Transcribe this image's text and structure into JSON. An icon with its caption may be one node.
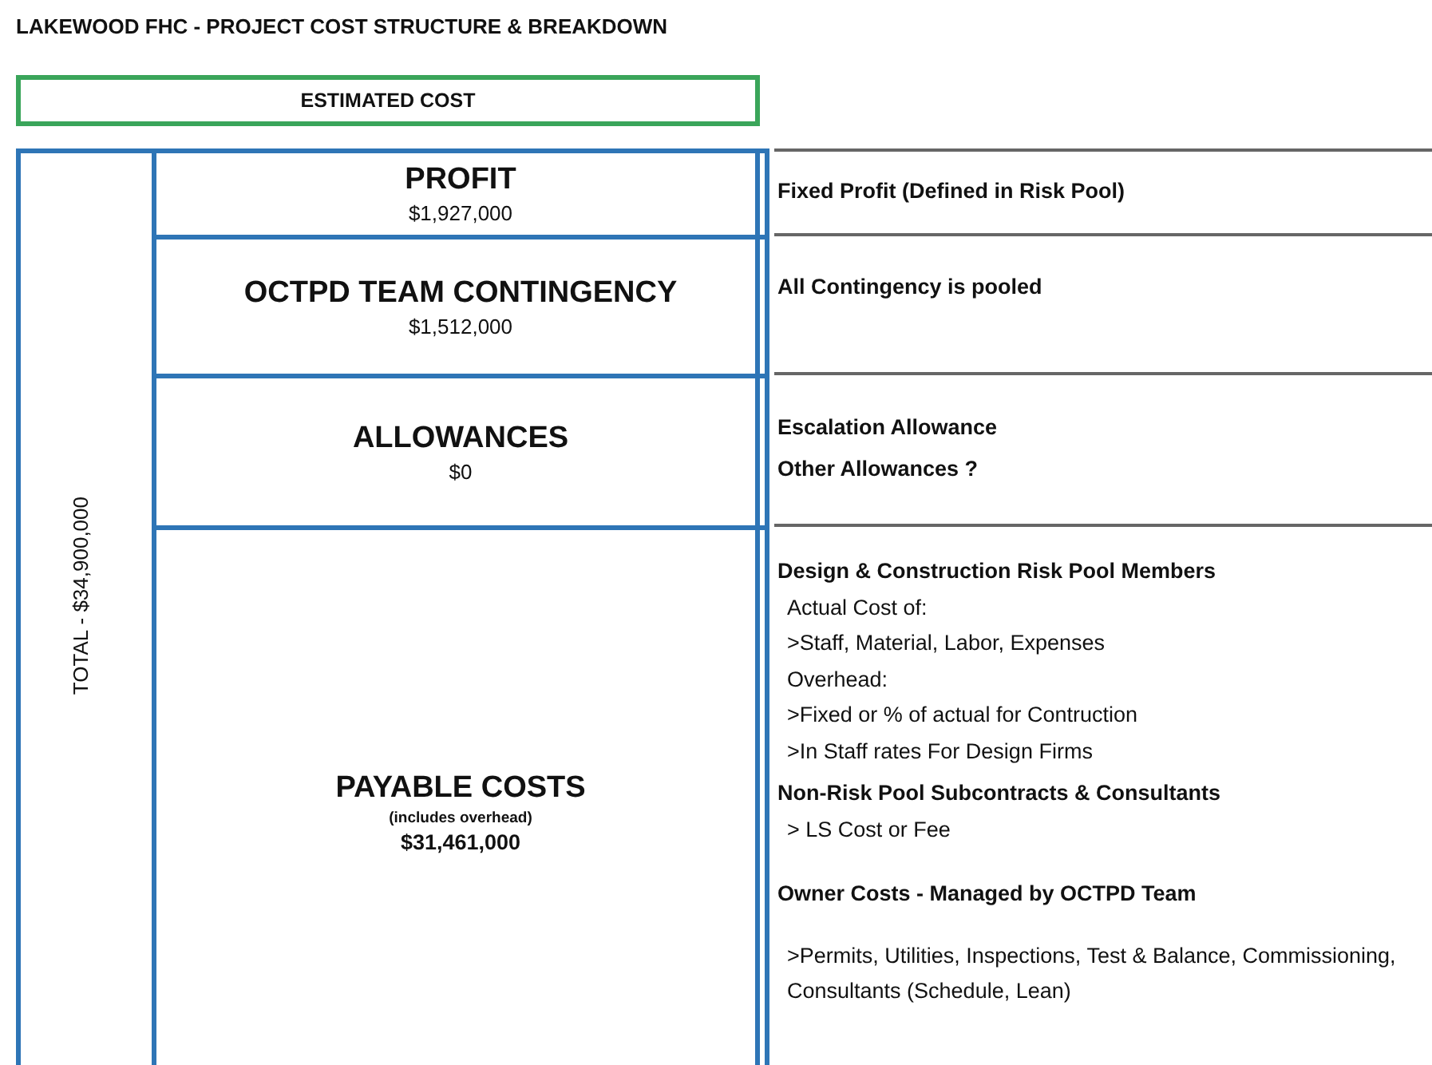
{
  "diagram": {
    "title": "LAKEWOOD FHC - PROJECT  COST STRUCTURE & BREAKDOWN",
    "nodes": [
      {
        "text": [
          "ESTIMATED COST"
        ]
      },
      {
        "text": [
          "TOTAL - $34,900,000"
        ]
      },
      {
        "text": [
          "PROFIT",
          "$1,927,000"
        ],
        "in": 1,
        "beside": [
          "Fixed Profit (Defined in Risk Pool)"
        ]
      },
      {
        "text": [
          "OCTPD TEAM CONTINGENCY",
          "$1,512,000"
        ],
        "in": 1,
        "beside": [
          "All Contingency is pooled"
        ]
      },
      {
        "text": [
          "ALLOWANCES",
          "$0"
        ],
        "in": 1,
        "beside": [
          "**Escalation Allowance**",
          "**Other Allowances ?**"
        ]
      },
      {
        "text": [
          "PAYABLE COSTS",
          "(includes overhead)",
          "$31,461,000"
        ],
        "in": 1,
        "beside": [
          "**Design & Construction Risk Pool Members**",
          "Actual Cost of:",
          ">Staff, Material, Labor, Expenses",
          "Overhead:",
          ">Fixed or % of actual for Contruction",
          ">In Staff rates For Design Firms",
          "**Non-Risk Pool Subcontracts & Consultants**",
          "> LS Cost or Fee",
          "**Owner Costs - Managed by OCTPD Team**",
          ">Permits, Utilities, Inspections, Test & Balance, Commissioning, Consultants (Schedule, Lean)"
        ]
      }
    ]
  }
}
